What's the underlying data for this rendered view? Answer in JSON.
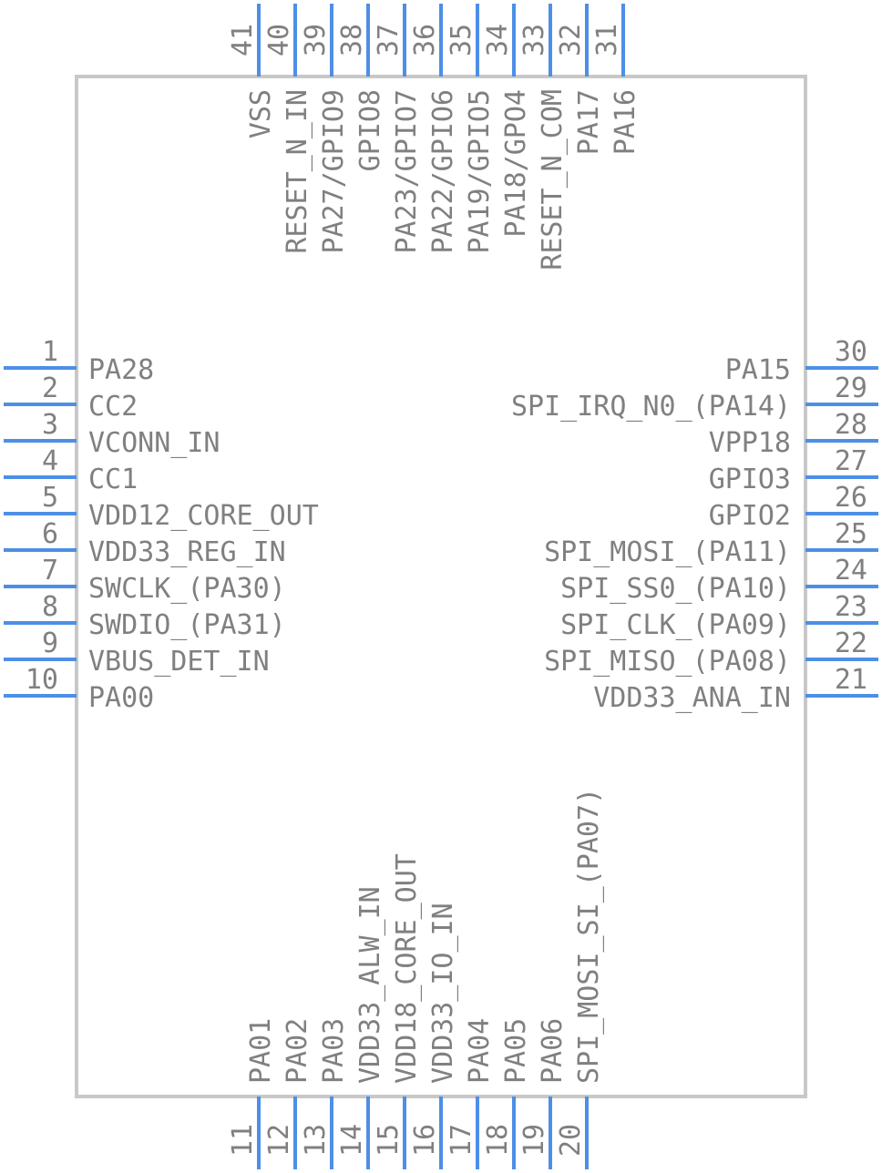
{
  "component": {
    "pins": [
      {
        "number": "1",
        "name": "PA28",
        "side": "left"
      },
      {
        "number": "2",
        "name": "CC2",
        "side": "left"
      },
      {
        "number": "3",
        "name": "VCONN_IN",
        "side": "left"
      },
      {
        "number": "4",
        "name": "CC1",
        "side": "left"
      },
      {
        "number": "5",
        "name": "VDD12_CORE_OUT",
        "side": "left"
      },
      {
        "number": "6",
        "name": "VDD33_REG_IN",
        "side": "left"
      },
      {
        "number": "7",
        "name": "SWCLK_(PA30)",
        "side": "left"
      },
      {
        "number": "8",
        "name": "SWDIO_(PA31)",
        "side": "left"
      },
      {
        "number": "9",
        "name": "VBUS_DET_IN",
        "side": "left"
      },
      {
        "number": "10",
        "name": "PA00",
        "side": "left"
      },
      {
        "number": "11",
        "name": "PA01",
        "side": "bottom"
      },
      {
        "number": "12",
        "name": "PA02",
        "side": "bottom"
      },
      {
        "number": "13",
        "name": "PA03",
        "side": "bottom"
      },
      {
        "number": "14",
        "name": "VDD33_ALW_IN",
        "side": "bottom"
      },
      {
        "number": "15",
        "name": "VDD18_CORE_OUT",
        "side": "bottom"
      },
      {
        "number": "16",
        "name": "VDD33_IO_IN",
        "side": "bottom"
      },
      {
        "number": "17",
        "name": "PA04",
        "side": "bottom"
      },
      {
        "number": "18",
        "name": "PA05",
        "side": "bottom"
      },
      {
        "number": "19",
        "name": "PA06",
        "side": "bottom"
      },
      {
        "number": "20",
        "name": "SPI_MOSI_SI_(PA07)",
        "side": "bottom"
      },
      {
        "number": "21",
        "name": "VDD33_ANA_IN",
        "side": "right"
      },
      {
        "number": "22",
        "name": "SPI_MISO_(PA08)",
        "side": "right"
      },
      {
        "number": "23",
        "name": "SPI_CLK_(PA09)",
        "side": "right"
      },
      {
        "number": "24",
        "name": "SPI_SS0_(PA10)",
        "side": "right"
      },
      {
        "number": "25",
        "name": "SPI_MOSI_(PA11)",
        "side": "right"
      },
      {
        "number": "26",
        "name": "GPIO2",
        "side": "right"
      },
      {
        "number": "27",
        "name": "GPIO3",
        "side": "right"
      },
      {
        "number": "28",
        "name": "VPP18",
        "side": "right"
      },
      {
        "number": "29",
        "name": "SPI_IRQ_N0_(PA14)",
        "side": "right"
      },
      {
        "number": "30",
        "name": "PA15",
        "side": "right"
      },
      {
        "number": "31",
        "name": "PA16",
        "side": "top"
      },
      {
        "number": "32",
        "name": "PA17",
        "side": "top"
      },
      {
        "number": "33",
        "name": "RESET_N_COM",
        "side": "top"
      },
      {
        "number": "34",
        "name": "PA18/GPO4",
        "side": "top"
      },
      {
        "number": "35",
        "name": "PA19/GPIO5",
        "side": "top"
      },
      {
        "number": "36",
        "name": "PA22/GPIO6",
        "side": "top"
      },
      {
        "number": "37",
        "name": "PA23/GPIO7",
        "side": "top"
      },
      {
        "number": "38",
        "name": "GPIO8",
        "side": "top"
      },
      {
        "number": "39",
        "name": "PA27/GPIO9",
        "side": "top"
      },
      {
        "number": "40",
        "name": "RESET_N_IN",
        "side": "top"
      },
      {
        "number": "41",
        "name": "VSS",
        "side": "top"
      }
    ]
  }
}
